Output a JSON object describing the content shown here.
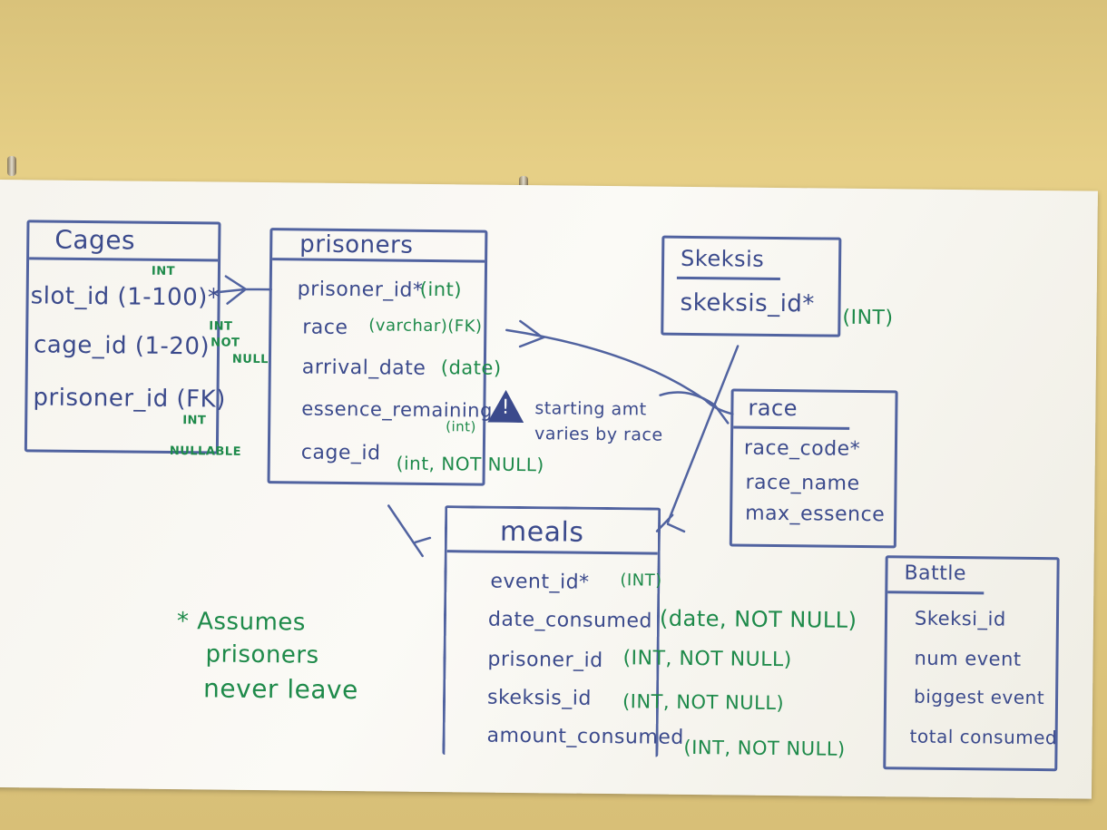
{
  "tables": {
    "cages": {
      "title": "Cages",
      "fields": [
        "slot_id (1-100)*",
        "cage_id (1-20)",
        "prisoner_id (FK)"
      ],
      "annotations": [
        "INT",
        "INT",
        "NOT",
        "NULL",
        "INT",
        "NULLABLE"
      ]
    },
    "prisoners": {
      "title": "prisoners",
      "fields": [
        "prisoner_id*",
        "race",
        "arrival_date",
        "essence_remaining",
        "cage_id"
      ],
      "types": [
        "(int)",
        "(varchar)(FK)",
        "(date)",
        "(int)",
        "(int, NOT NULL)"
      ]
    },
    "skeksis": {
      "title": "Skeksis",
      "fields": [
        "skeksis_id*"
      ],
      "types": [
        "(INT)"
      ]
    },
    "race": {
      "title": "race",
      "fields": [
        "race_code*",
        "race_name",
        "max_essence"
      ]
    },
    "meals": {
      "title": "meals",
      "fields": [
        "event_id*",
        "date_consumed",
        "prisoner_id",
        "skeksis_id",
        "amount_consumed"
      ],
      "types": [
        "(INT)",
        "(date, NOT NULL)",
        "(INT, NOT NULL)",
        "(INT, NOT NULL)",
        "(INT, NOT NULL)"
      ]
    },
    "battle": {
      "title": "Battle",
      "fields": [
        "Skeksi_id",
        "num event",
        "biggest event",
        "total consumed"
      ]
    }
  },
  "notes": {
    "warning": "starting amt varies by race",
    "warning_icon": "!",
    "assumption": [
      "* Assumes",
      "prisoners",
      "never leave"
    ]
  },
  "colors": {
    "blue_ink": "#3b4a8c",
    "green_ink": "#1e8a4a",
    "board": "#f8f6f0",
    "wall": "#dcc47c"
  }
}
